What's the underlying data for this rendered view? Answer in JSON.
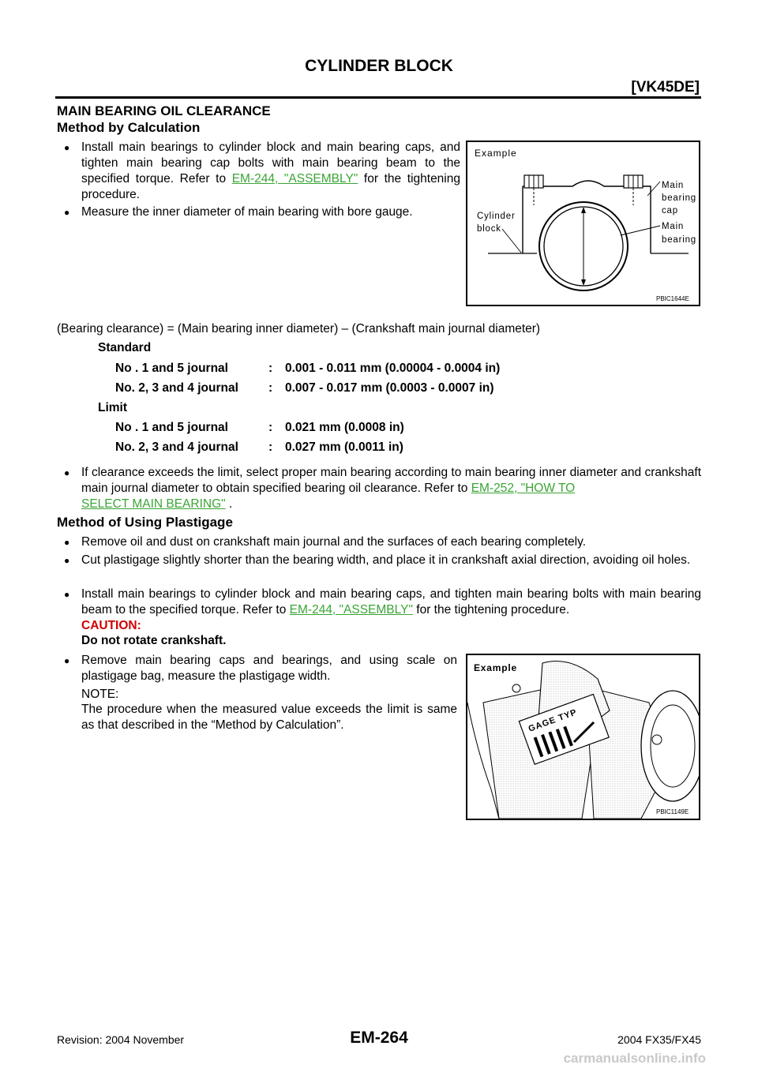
{
  "header": {
    "title": "CYLINDER BLOCK",
    "engine": "[VK45DE]"
  },
  "section": {
    "heading": "MAIN BEARING OIL CLEARANCE",
    "calc_heading": "Method by Calculation",
    "calc_bullets": {
      "b1_pre": "Install main bearings to cylinder block and main bearing caps, and tighten main bearing cap bolts with main bearing beam to the specified torque. Refer to ",
      "b1_link": "EM-244, \"ASSEMBLY\"",
      "b1_post": " for the tightening procedure.",
      "b2": "Measure the inner diameter of main bearing with bore gauge."
    },
    "formula": "(Bearing clearance) = (Main bearing inner diameter) – (Crankshaft main journal diameter)",
    "spec": {
      "standard_label": "Standard",
      "limit_label": "Limit",
      "rows": [
        {
          "name": "No . 1 and 5 journal",
          "colon": ":",
          "value": "0.001 - 0.011 mm (0.00004 - 0.0004 in)"
        },
        {
          "name": "No. 2, 3 and 4 journal",
          "colon": ":",
          "value": "0.007 - 0.017 mm (0.0003 - 0.0007 in)"
        },
        {
          "name": "No . 1 and 5 journal",
          "colon": ":",
          "value": "0.021 mm (0.0008 in)"
        },
        {
          "name": "No. 2, 3 and 4 journal",
          "colon": ":",
          "value": "0.027 mm (0.0011 in)"
        }
      ]
    },
    "exceed": {
      "pre": "If clearance exceeds the limit, select proper main bearing according to main bearing inner diameter and crankshaft main journal diameter to obtain specified bearing oil clearance. Refer to ",
      "link1": "EM-252, \"HOW TO",
      "link2": "SELECT MAIN BEARING\"",
      "post": " ."
    },
    "plasti_heading": "Method of Using Plastigage",
    "plasti_bullets": {
      "b1": "Remove oil and dust on crankshaft main journal and the surfaces of each bearing completely.",
      "b2": "Cut plastigage slightly shorter than the bearing width, and place it in crankshaft axial direction, avoiding oil holes.",
      "b3_pre": "Install main bearings to cylinder block and main bearing caps, and tighten main bearing bolts with main bearing beam to the specified torque. Refer to ",
      "b3_link": "EM-244, \"ASSEMBLY\"",
      "b3_post": " for the tightening procedure.",
      "caution_label": "CAUTION:",
      "caution_text": "Do not rotate crankshaft.",
      "b4": "Remove main bearing caps and bearings, and using scale on plastigage bag, measure the plastigage width.",
      "note_label": "NOTE:",
      "note_text": "The procedure when the measured value exceeds the limit is same as that described in the “Method by Calculation”."
    }
  },
  "figure1": {
    "example": "Example",
    "cap_1": "Main",
    "cap_2": "bearing",
    "cap_3": "cap",
    "block_1": "Cylinder",
    "block_2": "block",
    "bearing_1": "Main",
    "bearing_2": "bearing",
    "code": "PBIC1644E"
  },
  "figure2": {
    "example": "Example",
    "scale_text": "GAGE TYP",
    "code": "PBIC1149E"
  },
  "footer": {
    "revision": "Revision: 2004 November",
    "page": "EM-264",
    "model": "2004 FX35/FX45",
    "watermark": "carmanualsonline.info"
  },
  "colors": {
    "link": "#3aa535",
    "caution": "#d20000"
  }
}
